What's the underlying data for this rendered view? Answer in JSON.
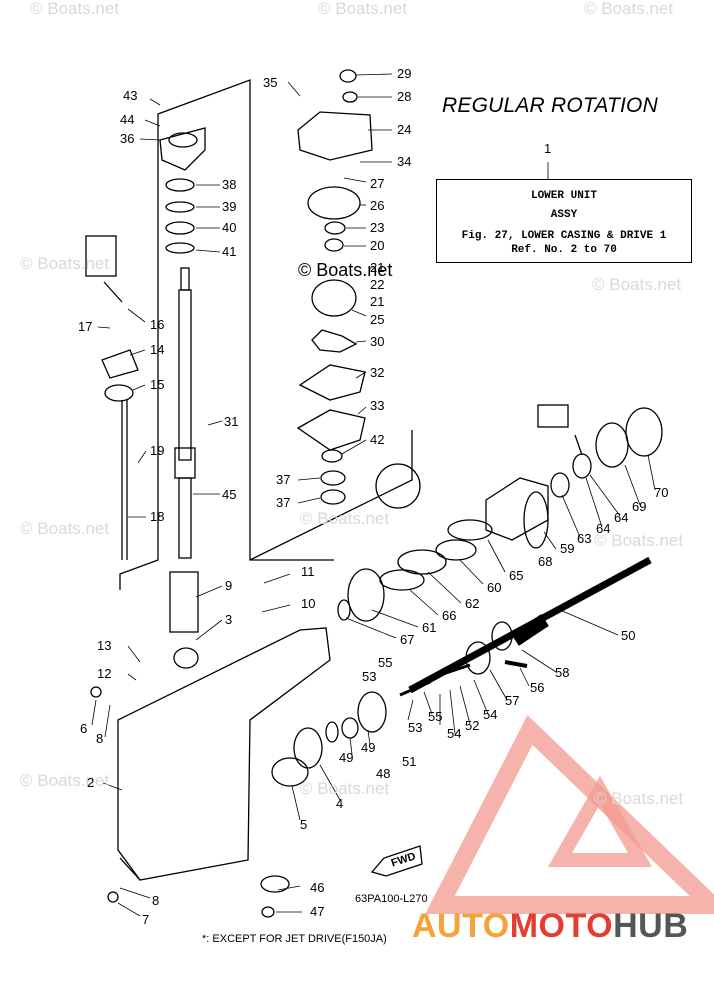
{
  "diagram_title": "REGULAR ROTATION",
  "ref_box": {
    "ref_number": "1",
    "line1": "LOWER UNIT",
    "line2": "ASSY",
    "line3": "Fig. 27, LOWER CASING & DRIVE 1",
    "line4": "Ref. No. 2 to 70"
  },
  "drawing_code": "63PA100-L270",
  "footnote": "*: EXCEPT FOR JET DRIVE(F150JA)",
  "center_watermark": "© Boats.net",
  "watermark_text": "© Boats.net",
  "fwd_label": "FWD",
  "brand": {
    "part1": "AUTO",
    "part2": "MOTO",
    "part3": "HUB",
    "color1": "#f2a33a",
    "color2": "#e43d32",
    "color3": "#555555"
  },
  "callouts": [
    {
      "label": "43"
    },
    {
      "label": "44"
    },
    {
      "label": "36"
    },
    {
      "label": "38"
    },
    {
      "label": "39"
    },
    {
      "label": "40"
    },
    {
      "label": "41"
    },
    {
      "label": "16"
    },
    {
      "label": "17"
    },
    {
      "label": "14"
    },
    {
      "label": "15"
    },
    {
      "label": "31"
    },
    {
      "label": "19"
    },
    {
      "label": "45"
    },
    {
      "label": "18"
    },
    {
      "label": "35"
    },
    {
      "label": "29"
    },
    {
      "label": "28"
    },
    {
      "label": "24"
    },
    {
      "label": "34"
    },
    {
      "label": "27"
    },
    {
      "label": "26"
    },
    {
      "label": "23"
    },
    {
      "label": "20"
    },
    {
      "label": "21"
    },
    {
      "label": "22"
    },
    {
      "label": "21"
    },
    {
      "label": "25"
    },
    {
      "label": "30"
    },
    {
      "label": "32"
    },
    {
      "label": "33"
    },
    {
      "label": "42"
    },
    {
      "label": "37"
    },
    {
      "label": "37"
    },
    {
      "label": "70"
    },
    {
      "label": "69"
    },
    {
      "label": "64"
    },
    {
      "label": "64"
    },
    {
      "label": "63"
    },
    {
      "label": "59"
    },
    {
      "label": "68"
    },
    {
      "label": "65"
    },
    {
      "label": "60"
    },
    {
      "label": "62"
    },
    {
      "label": "66"
    },
    {
      "label": "61"
    },
    {
      "label": "67"
    },
    {
      "label": "50"
    },
    {
      "label": "11"
    },
    {
      "label": "10"
    },
    {
      "label": "9"
    },
    {
      "label": "3"
    },
    {
      "label": "13"
    },
    {
      "label": "12"
    },
    {
      "label": "6"
    },
    {
      "label": "8"
    },
    {
      "label": "2"
    },
    {
      "label": "55"
    },
    {
      "label": "53"
    },
    {
      "label": "58"
    },
    {
      "label": "56"
    },
    {
      "label": "57"
    },
    {
      "label": "54"
    },
    {
      "label": "52"
    },
    {
      "label": "55"
    },
    {
      "label": "53"
    },
    {
      "label": "54"
    },
    {
      "label": "51"
    },
    {
      "label": "49"
    },
    {
      "label": "49"
    },
    {
      "label": "48"
    },
    {
      "label": "4"
    },
    {
      "label": "5"
    },
    {
      "label": "46"
    },
    {
      "label": "47"
    },
    {
      "label": "8"
    },
    {
      "label": "7"
    }
  ]
}
